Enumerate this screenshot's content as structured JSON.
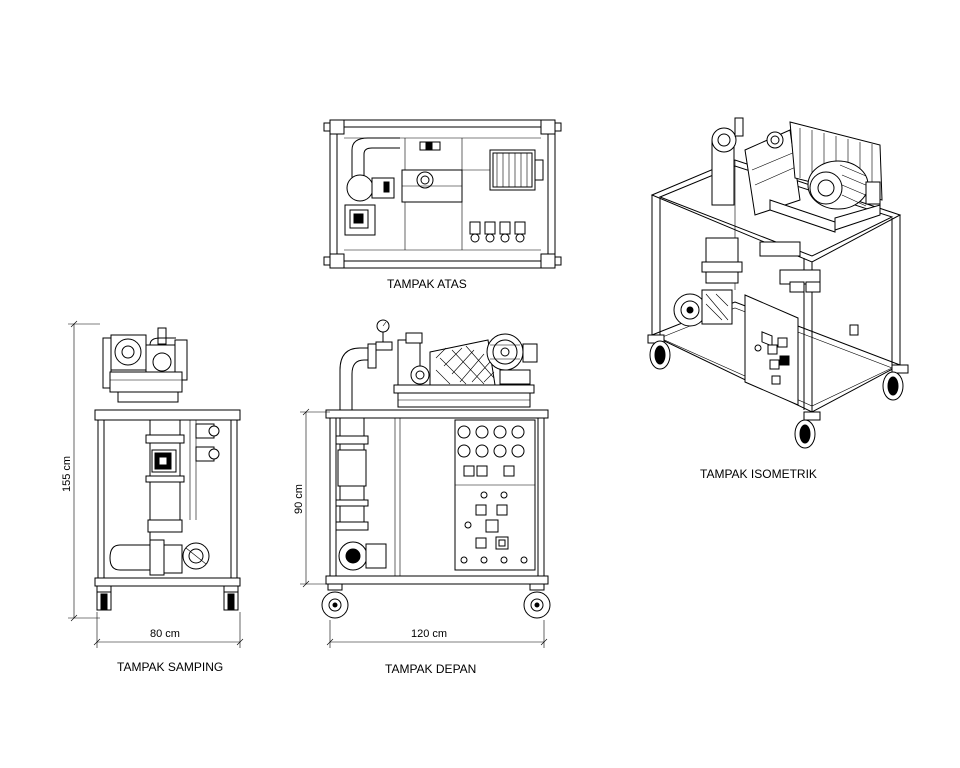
{
  "views": {
    "top": {
      "label": "TAMPAK ATAS"
    },
    "side": {
      "label": "TAMPAK SAMPING"
    },
    "front": {
      "label": "TAMPAK DEPAN"
    },
    "iso": {
      "label": "TAMPAK ISOMETRIK"
    }
  },
  "dimensions": {
    "side_height": "155 cm",
    "side_width": "80 cm",
    "front_height": "90 cm",
    "front_width": "120 cm"
  }
}
